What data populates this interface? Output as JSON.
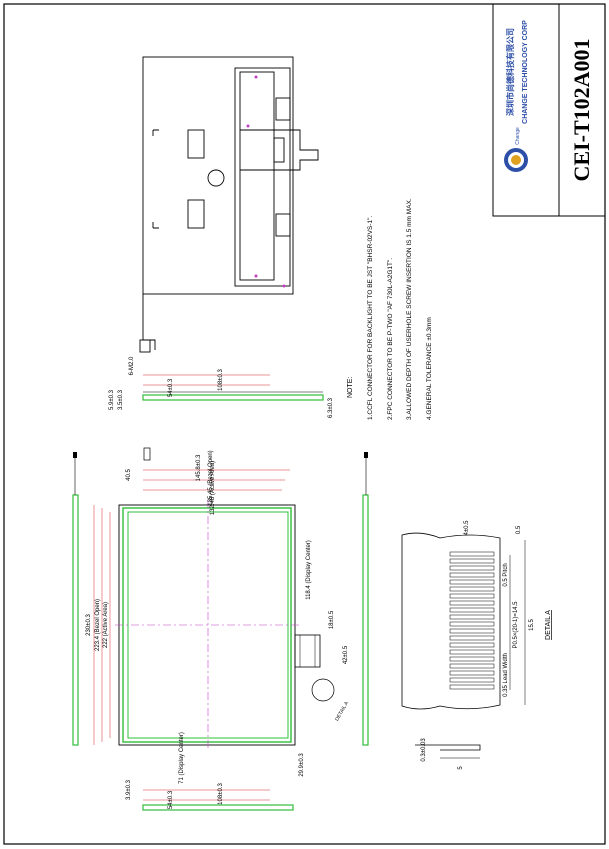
{
  "title_block": {
    "part_number": "CEI-T102A001",
    "company_en": "CHANGE TECHNOLOGY CORP",
    "company_cn": "深圳市尚德科技有限公司",
    "logo_text": "Change"
  },
  "notes": {
    "heading": "NOTE:",
    "items": [
      "1.CCFL CONNECTOR FOR BACKLIGHT TO BE JST \"BHSR-02VS-1\".",
      "2.FPC CONNECTOR TO BE P-TWO \"AF 730L-A2G1T\".",
      "3.ALLOWED DEPTH OF USERHOLE SCREW INSERTION IS 1.5 mm MAX.",
      "4.GENERAL TOLERANCE ±0.3mm"
    ]
  },
  "front_view": {
    "overall_width": "230±0.3",
    "bezel_open_width": "223.4 (Bezel Open)",
    "active_area_width": "222 (Active Area)",
    "overall_height": "145.8±0.3",
    "bezel_open_height": "135.45 (Bezel Open)",
    "active_area_height": "132.48 (Active Area)",
    "display_center_h": "118.4 (Display Center)",
    "display_center_v": "71 (Display Center)",
    "top_offset": "40.5",
    "fpc_offset": "18±0.5",
    "fpc_width": "42±0.5",
    "bottom_offset": "29.9±0.3",
    "detail_callout": "DETAIL A"
  },
  "side_view_top": {
    "dim_a": "5.9±0.3",
    "dim_b": "3.5±0.3",
    "dim_c": "108±0.3",
    "dim_d": "54±0.3",
    "screw": "6-M2.0",
    "dim_e": "6.3±0.3"
  },
  "side_view_bottom": {
    "dim_a": "3.9±0.3",
    "dim_b": "108±0.3",
    "dim_c": "54±0.3"
  },
  "detail_a": {
    "title": "DETAIL A",
    "lead_width": "0.35 Lead Width",
    "pitch": "0.5 Pitch",
    "span": "P0.5×(20-1)=14.5",
    "total": "15.5",
    "end_dim": "0.5",
    "pad_len": "4±0.5",
    "thickness": "0.3±0.03",
    "tail": "5"
  },
  "colors": {
    "ink": "#000000",
    "panel_green": "#2fbf3a",
    "center_magenta": "#c040c0",
    "dim_red": "#d22b2b",
    "logo_blue": "#2d4fa8",
    "logo_gold": "#e0a020"
  }
}
